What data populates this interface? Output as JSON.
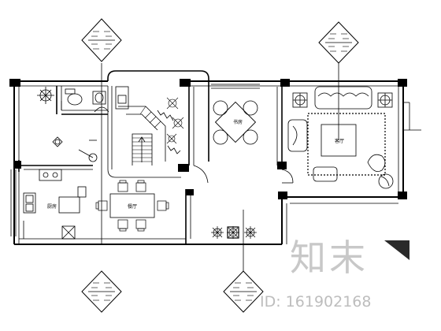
{
  "labels": {
    "kitchen": "厨房",
    "dining": "餐厅",
    "living": "客厅",
    "study": "书房"
  },
  "watermark": {
    "brand": "知末",
    "id": "ID: 161902168"
  }
}
